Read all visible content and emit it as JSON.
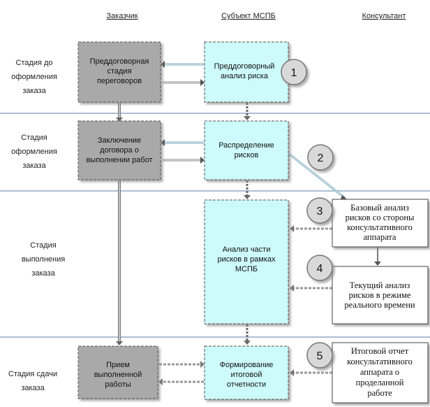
{
  "columns": {
    "customer": "Заказчик",
    "subject": "Субъект МСПБ",
    "consultant": "Консультант"
  },
  "stages": {
    "pre_order": [
      "Стадия до",
      "оформления",
      "заказа"
    ],
    "ordering": [
      "Стадия",
      "оформления",
      "заказа"
    ],
    "execution": [
      "Стадия",
      "выполнения",
      "заказа"
    ],
    "delivery": [
      "Стадия сдачи",
      "заказа"
    ]
  },
  "customer_boxes": {
    "pre_negotiation": [
      "Преддоговорная",
      "стадия",
      "переговоров"
    ],
    "contract": [
      "Заключение",
      "договора о",
      "выполнении работ"
    ],
    "acceptance": [
      "Прием",
      "выполненной",
      "работы"
    ]
  },
  "subject_boxes": {
    "pre_analysis": [
      "Преддоговорный",
      "анализ риска"
    ],
    "distribution": [
      "Распределение",
      "рисков"
    ],
    "partial_analysis": [
      "Анализ части",
      "рисков в рамках",
      "МСПБ"
    ],
    "final_report": [
      "Формирование",
      "итоговой",
      "отчетности"
    ]
  },
  "consultant_boxes": {
    "base_analysis": [
      "Базовый анализ",
      "рисков со стороны",
      "консультативного",
      "аппарата"
    ],
    "current_analysis": [
      "Текущий анализ",
      "рисков в режиме",
      "реального времени"
    ],
    "final_report": [
      "Итоговой отчет",
      "консультативного",
      "аппарата о",
      "проделанной",
      "работе"
    ]
  },
  "step_numbers": [
    "1",
    "2",
    "3",
    "4",
    "5"
  ],
  "colors": {
    "customer_fill": "#a9a9a9",
    "subject_fill": "#cdfafa",
    "circle_fill": "#d9d9d9",
    "divider": "#5b7fa8"
  }
}
